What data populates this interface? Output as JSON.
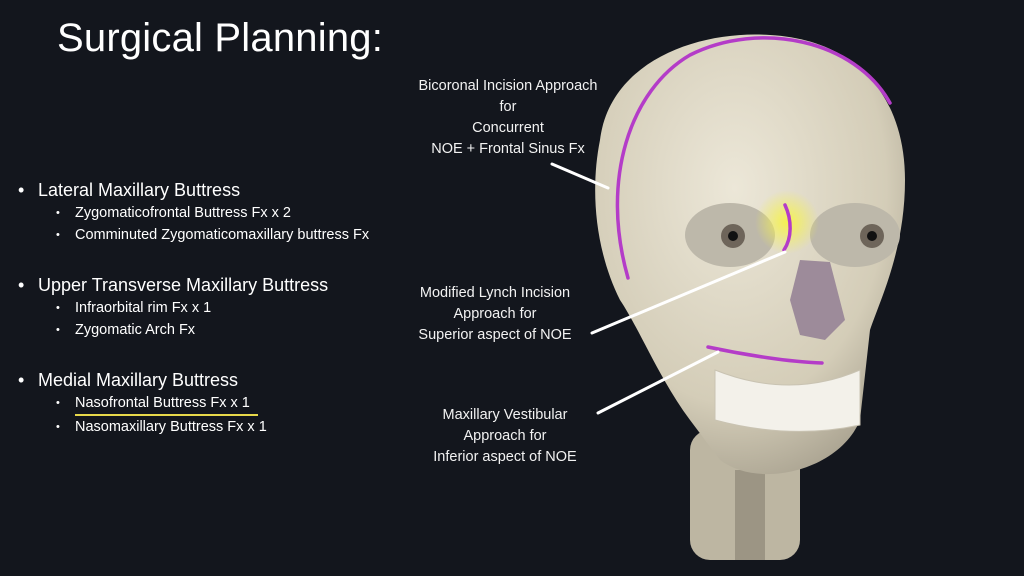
{
  "title": "Surgical Planning:",
  "groups": [
    {
      "heading": "Lateral Maxillary Buttress",
      "items": [
        "Zygomaticofrontal Buttress Fx x 2",
        "Comminuted Zygomaticomaxillary buttress Fx"
      ]
    },
    {
      "heading": "Upper Transverse Maxillary Buttress",
      "items": [
        "Infraorbital rim Fx x 1",
        "Zygomatic Arch Fx"
      ]
    },
    {
      "heading": "Medial Maxillary Buttress",
      "items": [
        "Nasofrontal Buttress Fx x 1",
        "Nasomaxillary Buttress Fx x 1"
      ]
    }
  ],
  "annotations": {
    "bicoronal": [
      "Bicoronal Incision Approach",
      "for",
      "Concurrent",
      "NOE + Frontal Sinus Fx"
    ],
    "lynch": [
      "Modified Lynch Incision",
      "Approach for",
      "Superior aspect of NOE"
    ],
    "vestibular": [
      "Maxillary Vestibular",
      "Approach for",
      "Inferior aspect of NOE"
    ]
  },
  "colors": {
    "background": "#13161d",
    "incision": "#b43cc8",
    "highlight": "#e7d84a",
    "bone": "#dcd6c4"
  }
}
